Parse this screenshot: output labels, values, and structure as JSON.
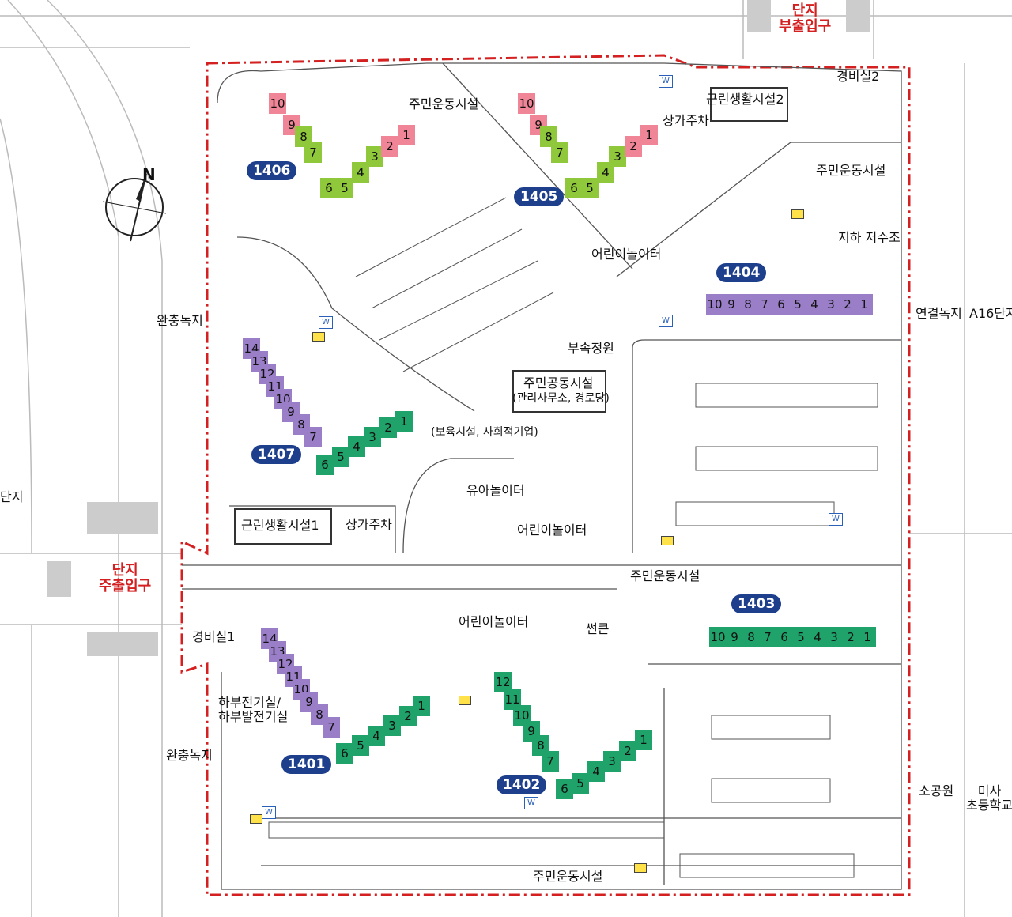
{
  "colors": {
    "boundary": "#d42020",
    "tag": "#1d3f8c",
    "pink": "#ef8596",
    "green": "#1fa36a",
    "lime": "#8fc93b",
    "purple": "#9a7fc8"
  },
  "labels": {
    "sub_entrance": [
      "단지",
      "부출입구"
    ],
    "main_entrance": [
      "단지",
      "주출입구"
    ],
    "guard1": "경비실1",
    "guard2": "경비실2",
    "commercial1": "근린생활시설1",
    "commercial2": "근린생활시설2",
    "shop_parking1": "상가주차",
    "shop_parking2": "상가주차",
    "fitness_top": "주민운동시설",
    "fitness_ne": "주민운동시설",
    "fitness_mid": "주민운동시설",
    "fitness_bottom": "주민운동시설",
    "underground_tank": "지하 저수조",
    "playground_n": "어린이놀이터",
    "playground_c": "어린이놀이터",
    "playground_s": "어린이놀이터",
    "toddler_play": "유아놀이터",
    "garden": "부속정원",
    "community": "주민공동시설",
    "community_sub": "(관리사무소, 경로당)",
    "daycare": "(보육시설, 사회적기업)",
    "sunken": "썬큰",
    "substation": [
      "하부전기실/",
      "하부발전기실"
    ],
    "buffer_n": "완충녹지",
    "buffer_s": "완충녹지",
    "link_green": "연결녹지",
    "a16": "A16단지",
    "small_park": "소공원",
    "school": [
      "미사",
      "초등학교"
    ],
    "left_complex": "단지",
    "north": "N"
  },
  "buildings": [
    {
      "id": "1406",
      "units": [
        "10",
        "9",
        "8",
        "7",
        "6",
        "5",
        "4",
        "3",
        "2",
        "1"
      ]
    },
    {
      "id": "1405",
      "units": [
        "10",
        "9",
        "8",
        "7",
        "6",
        "5",
        "4",
        "3",
        "2",
        "1"
      ]
    },
    {
      "id": "1404",
      "units": [
        "10",
        "9",
        "8",
        "7",
        "6",
        "5",
        "4",
        "3",
        "2",
        "1"
      ]
    },
    {
      "id": "1407",
      "units": [
        "14",
        "13",
        "12",
        "11",
        "10",
        "9",
        "8",
        "7",
        "6",
        "5",
        "4",
        "3",
        "2",
        "1"
      ]
    },
    {
      "id": "1403",
      "units": [
        "10",
        "9",
        "8",
        "7",
        "6",
        "5",
        "4",
        "3",
        "2",
        "1"
      ]
    },
    {
      "id": "1401",
      "units": [
        "14",
        "13",
        "12",
        "11",
        "10",
        "9",
        "8",
        "7",
        "6",
        "5",
        "4",
        "3",
        "2",
        "1"
      ]
    },
    {
      "id": "1402",
      "units": [
        "12",
        "11",
        "10",
        "9",
        "8",
        "7",
        "6",
        "5",
        "4",
        "3",
        "2",
        "1"
      ]
    }
  ],
  "icon_w": "W"
}
